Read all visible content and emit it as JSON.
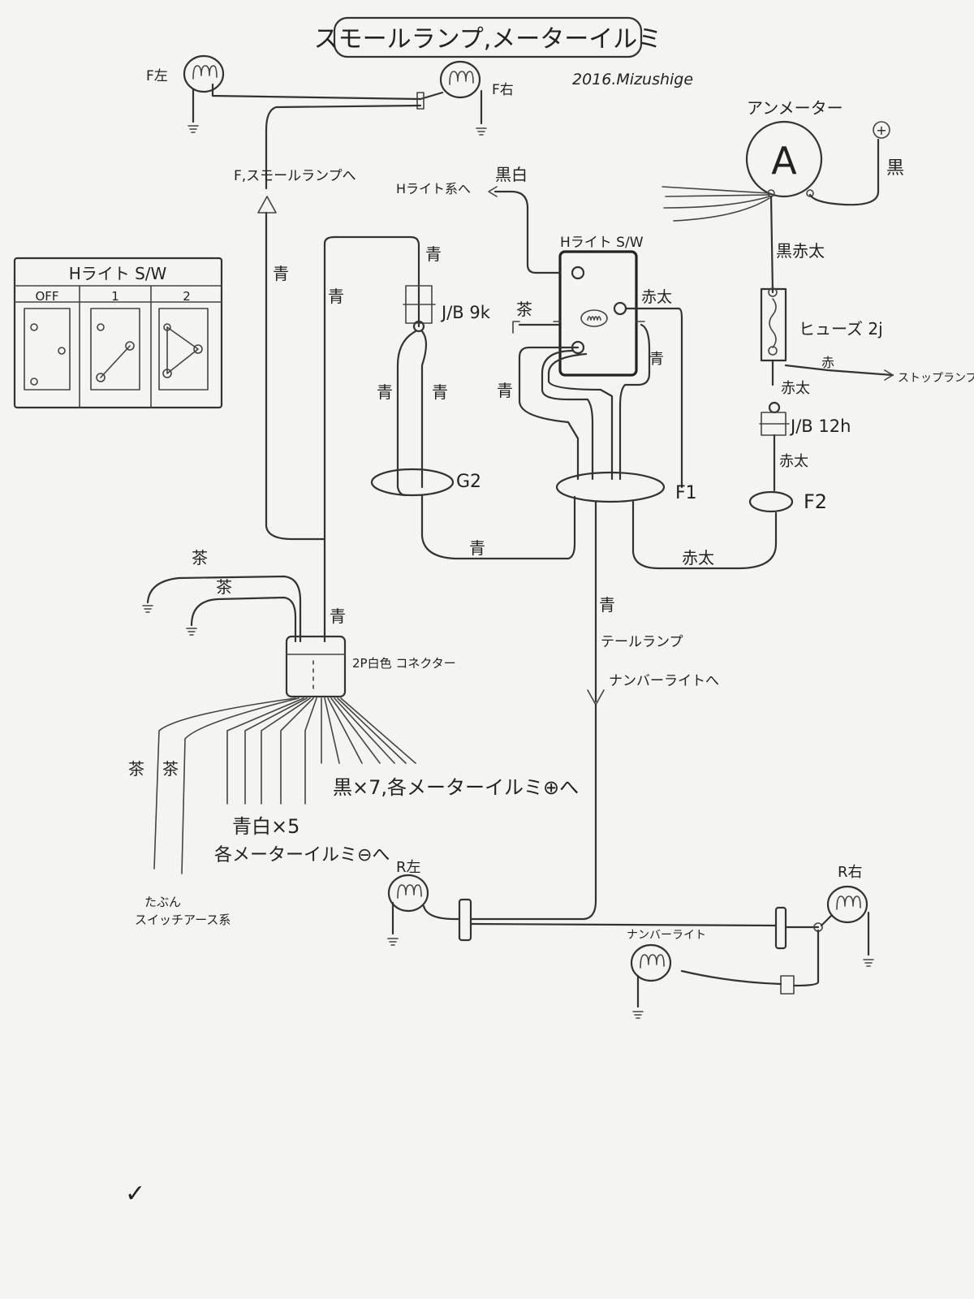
{
  "title": "スモールランプ,メーターイルミ",
  "author": "2016.Mizushige",
  "front": {
    "lamp_left": "F左",
    "lamp_right": "F右",
    "to_small_lamp": "F,スモールランプへ"
  },
  "switch_diagram": {
    "title": "Hライト S/W",
    "positions": [
      "OFF",
      "1",
      "2"
    ]
  },
  "headlight_switch": {
    "label": "Hライト S/W",
    "to_headlight": "Hライト系へ",
    "wire_to_headlight": "黒白",
    "wire_brown": "茶",
    "wire_red_thick": "赤太",
    "wire_blue": "青"
  },
  "junction_left": "J/B 9k",
  "junction_right": "J/B 12h",
  "connectors": {
    "g2": "G2",
    "f1": "F1",
    "f2": "F2"
  },
  "ammeter": {
    "label": "アンメーター",
    "symbol": "A",
    "plus_symbol": "+",
    "black": "黒",
    "wire_black_red": "黒赤太"
  },
  "fuse": "ヒューズ 2j",
  "stop_lamp": "ストップランプ",
  "wire_colors": {
    "blue": "青",
    "brown": "茶",
    "red_thick": "赤太",
    "red": "赤"
  },
  "connector_2p": "2P白色 コネクター",
  "tail": {
    "blue": "青",
    "to_tail": "テールランプ",
    "to_number": "ナンバーライトへ"
  },
  "bundle": {
    "black": "黒×7,各メーターイルミ⊕へ",
    "blue_white": "青白×5",
    "illum_minus": "各メーターイルミ⊖へ",
    "brown_a": "茶",
    "brown_b": "茶",
    "maybe": "たぶん",
    "switch_earth": "スイッチアース系"
  },
  "rear": {
    "lamp_left": "R左",
    "lamp_right": "R右",
    "number_light": "ナンバーライト"
  },
  "check": "✓"
}
